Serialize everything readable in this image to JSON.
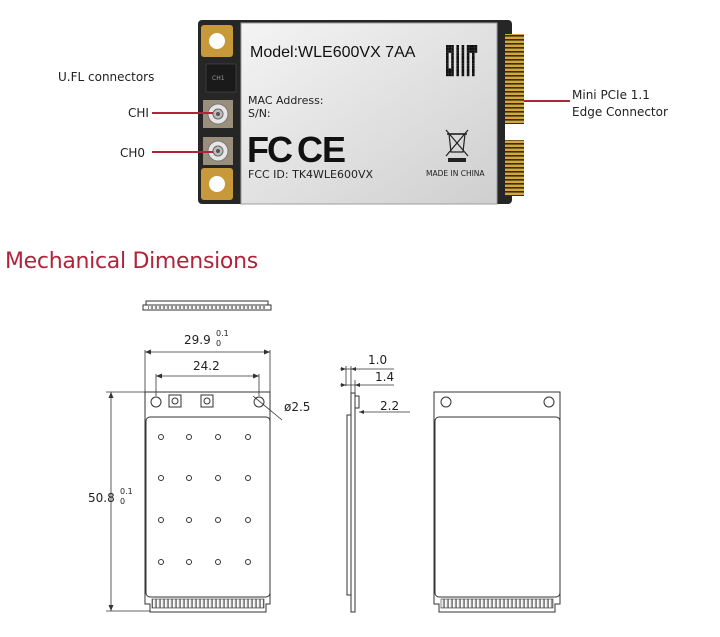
{
  "product": {
    "model_label": "Model:WLE600VX 7AA",
    "mac_label": "MAC Address:",
    "sn_label": "S/N:",
    "fcc_id": "FCC ID: TK4WLE600VX",
    "origin": "MADE IN CHINA",
    "fcc_logo": "FC",
    "ce_logo": "CE"
  },
  "callouts": {
    "ufl": "U.FL connectors",
    "chain1": "CHI",
    "chain0": "CH0",
    "edge_line1": "Mini PCIe 1.1",
    "edge_line2": "Edge Connector"
  },
  "section_title": "Mechanical Dimensions",
  "dimensions": {
    "width": "29.9",
    "width_tol_upper": "0.1",
    "width_tol_lower": "0",
    "hole_spacing": "24.2",
    "hole_diameter": "ø2.5",
    "height": "50.8",
    "height_tol_upper": "0.1",
    "height_tol_lower": "0",
    "thickness": "1.0",
    "thickness_total": "1.4",
    "component_height": "2.2"
  },
  "colors": {
    "accent": "#b0243a",
    "pcb": "#2b2b2b",
    "shield": "#c9c9c9",
    "gold": "#c79a3a"
  }
}
